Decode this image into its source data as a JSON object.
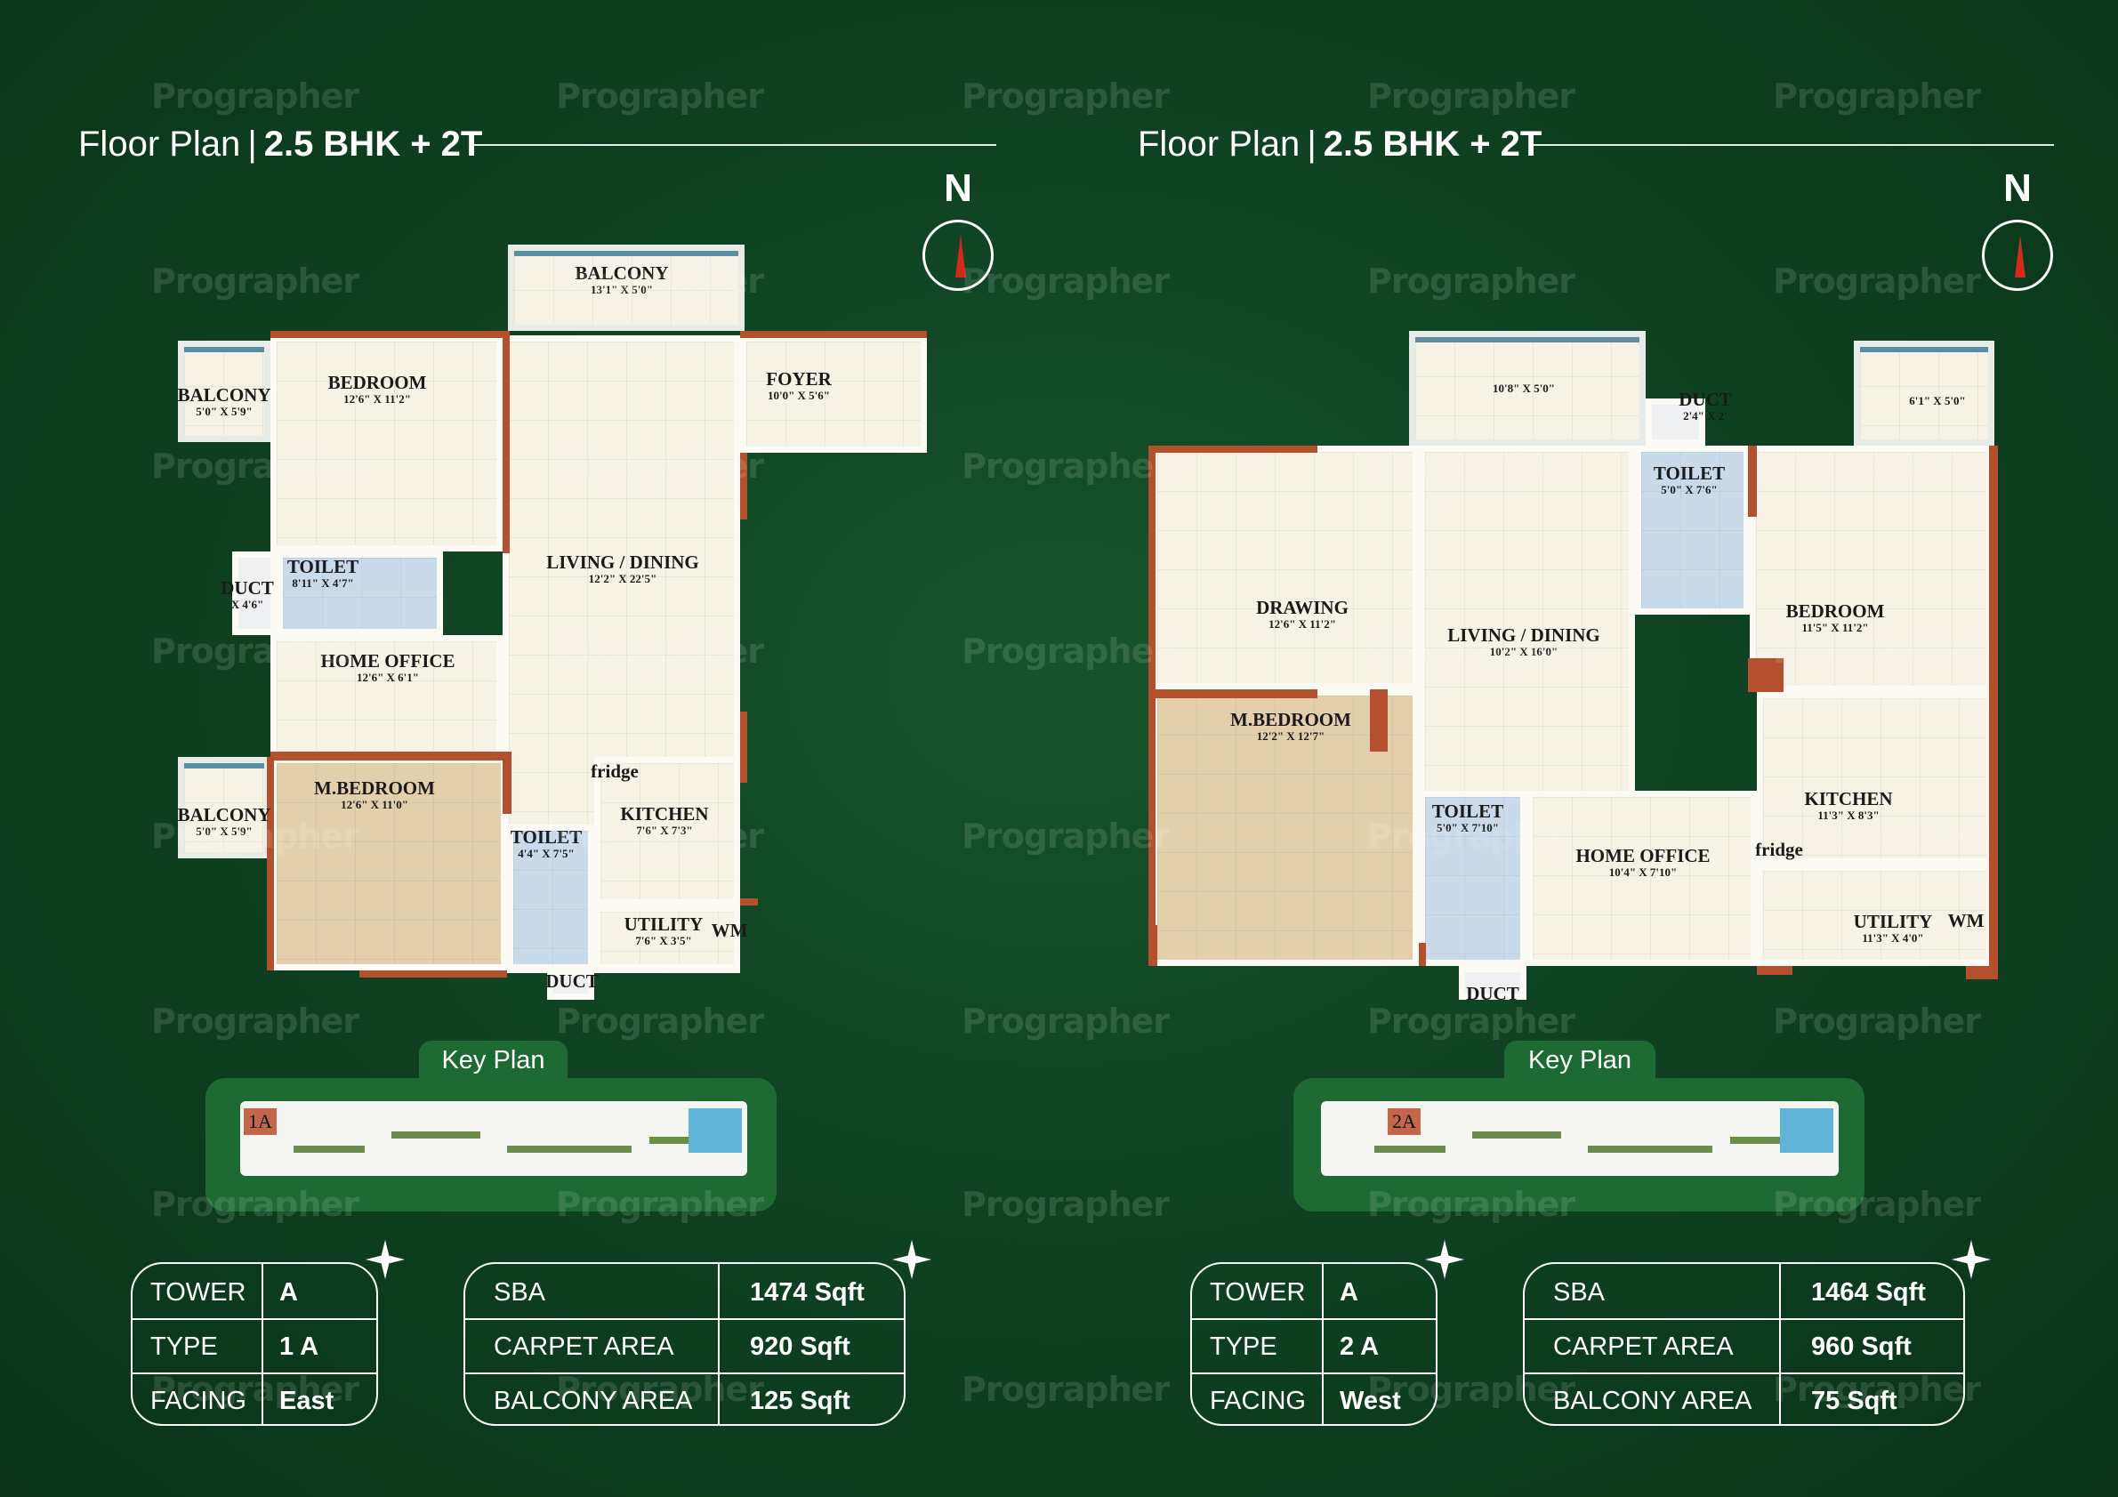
{
  "watermark": "Prographer",
  "colors": {
    "background": "#0f4222",
    "wall": "#b5502f",
    "panel": "#1d6a33",
    "compass_needle": "#d32a1e"
  },
  "plans": [
    {
      "title_prefix": "Floor Plan",
      "title_sep": "|",
      "title_bhk": "2.5 BHK + 2T",
      "compass": "N",
      "rooms": [
        {
          "name": "BALCONY",
          "dims": "13'1\" X 5'0\""
        },
        {
          "name": "BALCONY",
          "dims": "5'0\" X 5'9\""
        },
        {
          "name": "BEDROOM",
          "dims": "12'6\" X 11'2\""
        },
        {
          "name": "LIVING / DINING",
          "dims": "12'2\" X 22'5\""
        },
        {
          "name": "FOYER",
          "dims": "10'0\" X 5'6\""
        },
        {
          "name": "TOILET",
          "dims": "8'11\" X 4'7\""
        },
        {
          "name": "DUCT",
          "dims": "X 4'6\""
        },
        {
          "name": "HOME OFFICE",
          "dims": "12'6\" X 6'1\""
        },
        {
          "name": "BALCONY",
          "dims": "5'0\" X 5'9\""
        },
        {
          "name": "M.BEDROOM",
          "dims": "12'6\" X 11'0\""
        },
        {
          "name": "TOILET",
          "dims": "4'4\" X 7'5\""
        },
        {
          "name": "KITCHEN",
          "dims": "7'6\" X 7'3\""
        },
        {
          "name": "UTILITY",
          "dims": "7'6\" X 3'5\""
        },
        {
          "name": "fridge",
          "dims": ""
        },
        {
          "name": "WM",
          "dims": ""
        },
        {
          "name": "DUCT",
          "dims": ""
        }
      ],
      "key_plan": {
        "label": "Key Plan",
        "unit": "1A"
      },
      "info": [
        {
          "key": "TOWER",
          "value": "A"
        },
        {
          "key": "TYPE",
          "value": "1 A"
        },
        {
          "key": "FACING",
          "value": "East"
        }
      ],
      "area": [
        {
          "key": "SBA",
          "value": "1474 Sqft"
        },
        {
          "key": "CARPET AREA",
          "value": "920 Sqft"
        },
        {
          "key": "BALCONY AREA",
          "value": "125 Sqft"
        }
      ]
    },
    {
      "title_prefix": "Floor Plan",
      "title_sep": "|",
      "title_bhk": "2.5 BHK + 2T",
      "compass": "N",
      "rooms": [
        {
          "name": "",
          "dims": "10'8\" X 5'0\""
        },
        {
          "name": "DUCT",
          "dims": "2'4\" X 2'"
        },
        {
          "name": "",
          "dims": "6'1\" X 5'0\""
        },
        {
          "name": "TOILET",
          "dims": "5'0\" X 7'6\""
        },
        {
          "name": "DRAWING",
          "dims": "12'6\" X 11'2\""
        },
        {
          "name": "LIVING / DINING",
          "dims": "10'2\" X 16'0\""
        },
        {
          "name": "BEDROOM",
          "dims": "11'5\" X 11'2\""
        },
        {
          "name": "M.BEDROOM",
          "dims": "12'2\" X 12'7\""
        },
        {
          "name": "TOILET",
          "dims": "5'0\" X 7'10\""
        },
        {
          "name": "HOME OFFICE",
          "dims": "10'4\" X 7'10\""
        },
        {
          "name": "KITCHEN",
          "dims": "11'3\" X 8'3\""
        },
        {
          "name": "fridge",
          "dims": ""
        },
        {
          "name": "UTILITY",
          "dims": "11'3\" X 4'0\""
        },
        {
          "name": "WM",
          "dims": ""
        },
        {
          "name": "DUCT",
          "dims": ""
        }
      ],
      "key_plan": {
        "label": "Key Plan",
        "unit": "2A"
      },
      "info": [
        {
          "key": "TOWER",
          "value": "A"
        },
        {
          "key": "TYPE",
          "value": "2 A"
        },
        {
          "key": "FACING",
          "value": "West"
        }
      ],
      "area": [
        {
          "key": "SBA",
          "value": "1464 Sqft"
        },
        {
          "key": "CARPET AREA",
          "value": "960 Sqft"
        },
        {
          "key": "BALCONY AREA",
          "value": "75 Sqft"
        }
      ]
    }
  ]
}
